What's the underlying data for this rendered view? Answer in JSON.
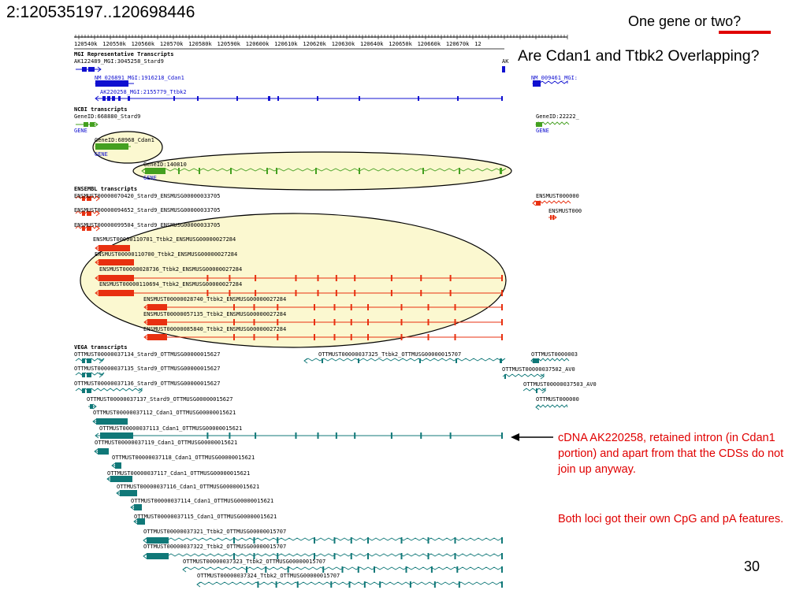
{
  "slide": {
    "title": "2:120535197..120698446",
    "question1": "One gene or two?",
    "question2": "Are Cdan1 and Ttbk2 Overlapping?",
    "note1": "cDNA AK220258, retained intron (in Cdan1 portion) and apart from that the CDSs do not join up anyway.",
    "note2": "Both loci got their own CpG and pA features.",
    "page_number": "30"
  },
  "ruler": {
    "labels": [
      "120540k",
      "120550k",
      "120560k",
      "120570k",
      "120580k",
      "120590k",
      "120600k",
      "120610k",
      "120620k",
      "120630k",
      "120640k",
      "120650k",
      "120660k",
      "120670k",
      "12"
    ]
  },
  "colors": {
    "mgi": "#1010d0",
    "ncbi": "#44a020",
    "ensembl": "#e83010",
    "vega": "#107878",
    "highlight_fill": "#fbf8d0",
    "note": "#e00000"
  },
  "sections": {
    "mgi": {
      "header": "MGI Representative Transcripts",
      "tracks": [
        "AK122489_MGI:3045258_Stard9",
        "NM_026891_MGI:1916218_Cdan1",
        "AK220258_MGI:2155779_Ttbk2"
      ],
      "right_tracks": [
        "AK",
        "NM_009461_MGI:"
      ]
    },
    "ncbi": {
      "header": "NCBI transcripts",
      "tracks": [
        "GeneID:668880_Stard9",
        "GeneID:68968_Cdan1",
        "GeneID:140810"
      ],
      "gene_label": "GENE",
      "right_tracks": [
        "GeneID:22222_"
      ]
    },
    "ensembl": {
      "header": "ENSEMBL transcripts",
      "tracks": [
        "ENSMUST00000070420_Stard9_ENSMUSG00000033705",
        "ENSMUST00000094652_Stard9_ENSMUSG00000033705",
        "ENSMUST00000099504_Stard9_ENSMUSG00000033705",
        "ENSMUST00000110701_Ttbk2_ENSMUSG00000027284",
        "ENSMUST00000110700_Ttbk2_ENSMUSG00000027284",
        "ENSMUST00000028736_Ttbk2_ENSMUSG00000027284",
        "ENSMUST00000110694_Ttbk2_ENSMUSG00000027284",
        "ENSMUST00000028740_Ttbk2_ENSMUSG00000027284",
        "ENSMUST00000057135_Ttbk2_ENSMUSG00000027284",
        "ENSMUST00000085840_Ttbk2_ENSMUSG00000027284"
      ],
      "right_tracks": [
        "ENSMUST000000",
        "ENSMUST000"
      ]
    },
    "vega": {
      "header": "VEGA transcripts",
      "tracks": [
        "OTTMUST00000037134_Stard9_OTTMUSG00000015627",
        "OTTMUST00000037135_Stard9_OTTMUSG00000015627",
        "OTTMUST00000037136_Stard9_OTTMUSG00000015627",
        "OTTMUST00000037137_Stard9_OTTMUSG00000015627",
        "OTTMUST00000037112_Cdan1_OTTMUSG00000015621",
        "OTTMUST00000037113_Cdan1_OTTMUSG00000015621",
        "OTTMUST00000037119_Cdan1_OTTMUSG00000015621",
        "OTTMUST00000037118_Cdan1_OTTMUSG00000015621",
        "OTTMUST00000037117_Cdan1_OTTMUSG00000015621",
        "OTTMUST00000037116_Cdan1_OTTMUSG00000015621",
        "OTTMUST00000037114_Cdan1_OTTMUSG00000015621",
        "OTTMUST00000037115_Cdan1_OTTMUSG00000015621",
        "OTTMUST00000037321_Ttbk2_OTTMUSG00000015707",
        "OTTMUST00000037322_Ttbk2_OTTMUSG00000015707",
        "OTTMUST00000037323_Ttbk2_OTTMUSG00000015707",
        "OTTMUST00000037324_Ttbk2_OTTMUSG00000015707"
      ],
      "mid_track": "OTTMUST00000037325_Ttbk2_OTTMUSG00000015707",
      "right_tracks": [
        "OTTMUST0000003",
        "OTTMUST00000037502_AV0",
        "OTTMUST00000037503_AV0",
        "OTTMUST000000"
      ]
    }
  }
}
